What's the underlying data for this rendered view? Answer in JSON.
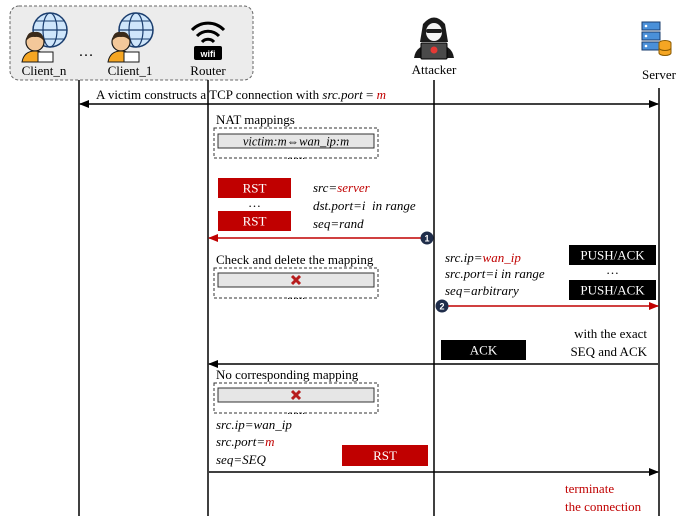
{
  "actors": {
    "client_n": "Client_n",
    "client_1": "Client_1",
    "ellipsis": "…",
    "router": "Router",
    "router_badge": "wifi",
    "attacker": "Attacker",
    "server": "Server"
  },
  "step0": {
    "text": "A victim constructs a TCP connection with ",
    "var": "src.port",
    "eq": " = ",
    "val": "m"
  },
  "nat1": {
    "title": "NAT mappings",
    "entry": "victim:m⇔wan_ip:m",
    "more": "……"
  },
  "spoofed_rst": {
    "rst_label": "RST",
    "dots": "…",
    "src_key": "src",
    "src_eq": "=",
    "src_val": "server",
    "line2": "dst.port=i  in range",
    "line3": "seq=rand",
    "step_num": "1"
  },
  "check": {
    "title": "Check and delete the mapping",
    "more": "……"
  },
  "push": {
    "ip_key": "src.ip=",
    "ip_val": "wan_ip",
    "line2": "src.port=i in range",
    "line3": "seq=arbitrary",
    "label": "PUSH/ACK",
    "dots": "…",
    "step_num": "2"
  },
  "ack": {
    "label": "ACK",
    "note1": "with the exact",
    "note2": "SEQ and ACK"
  },
  "nat2": {
    "title": "No corresponding mapping",
    "more": "……"
  },
  "final": {
    "line1": "src.ip=wan_ip",
    "line2_key": "src.port=",
    "line2_val": "m",
    "line3": "seq=SEQ",
    "rst_label": "RST",
    "note1": "terminate",
    "note2": "the connection"
  },
  "colors": {
    "red": "#c00000",
    "black_box": "#000000",
    "grey_box": "#e6e6e6",
    "step_circle": "#1f2d4a"
  }
}
